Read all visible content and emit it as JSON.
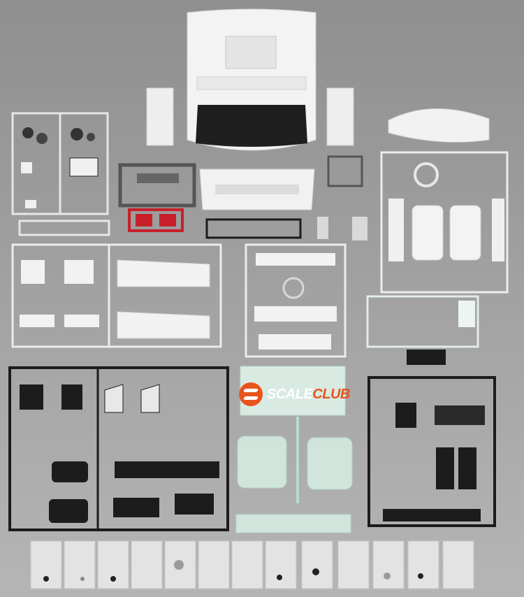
{
  "logo": {
    "word1": "SCALE",
    "word2": "CLUB",
    "accent_color": "#e8541c"
  },
  "colors": {
    "background": "#9c9c9c",
    "white_parts": "#f2f2f2",
    "black_parts": "#1c1c1c",
    "clear_parts": "#cfe9dc",
    "red_parts": "#c8202a",
    "grey_parts": "#555555"
  },
  "bags": {
    "count": 13
  }
}
